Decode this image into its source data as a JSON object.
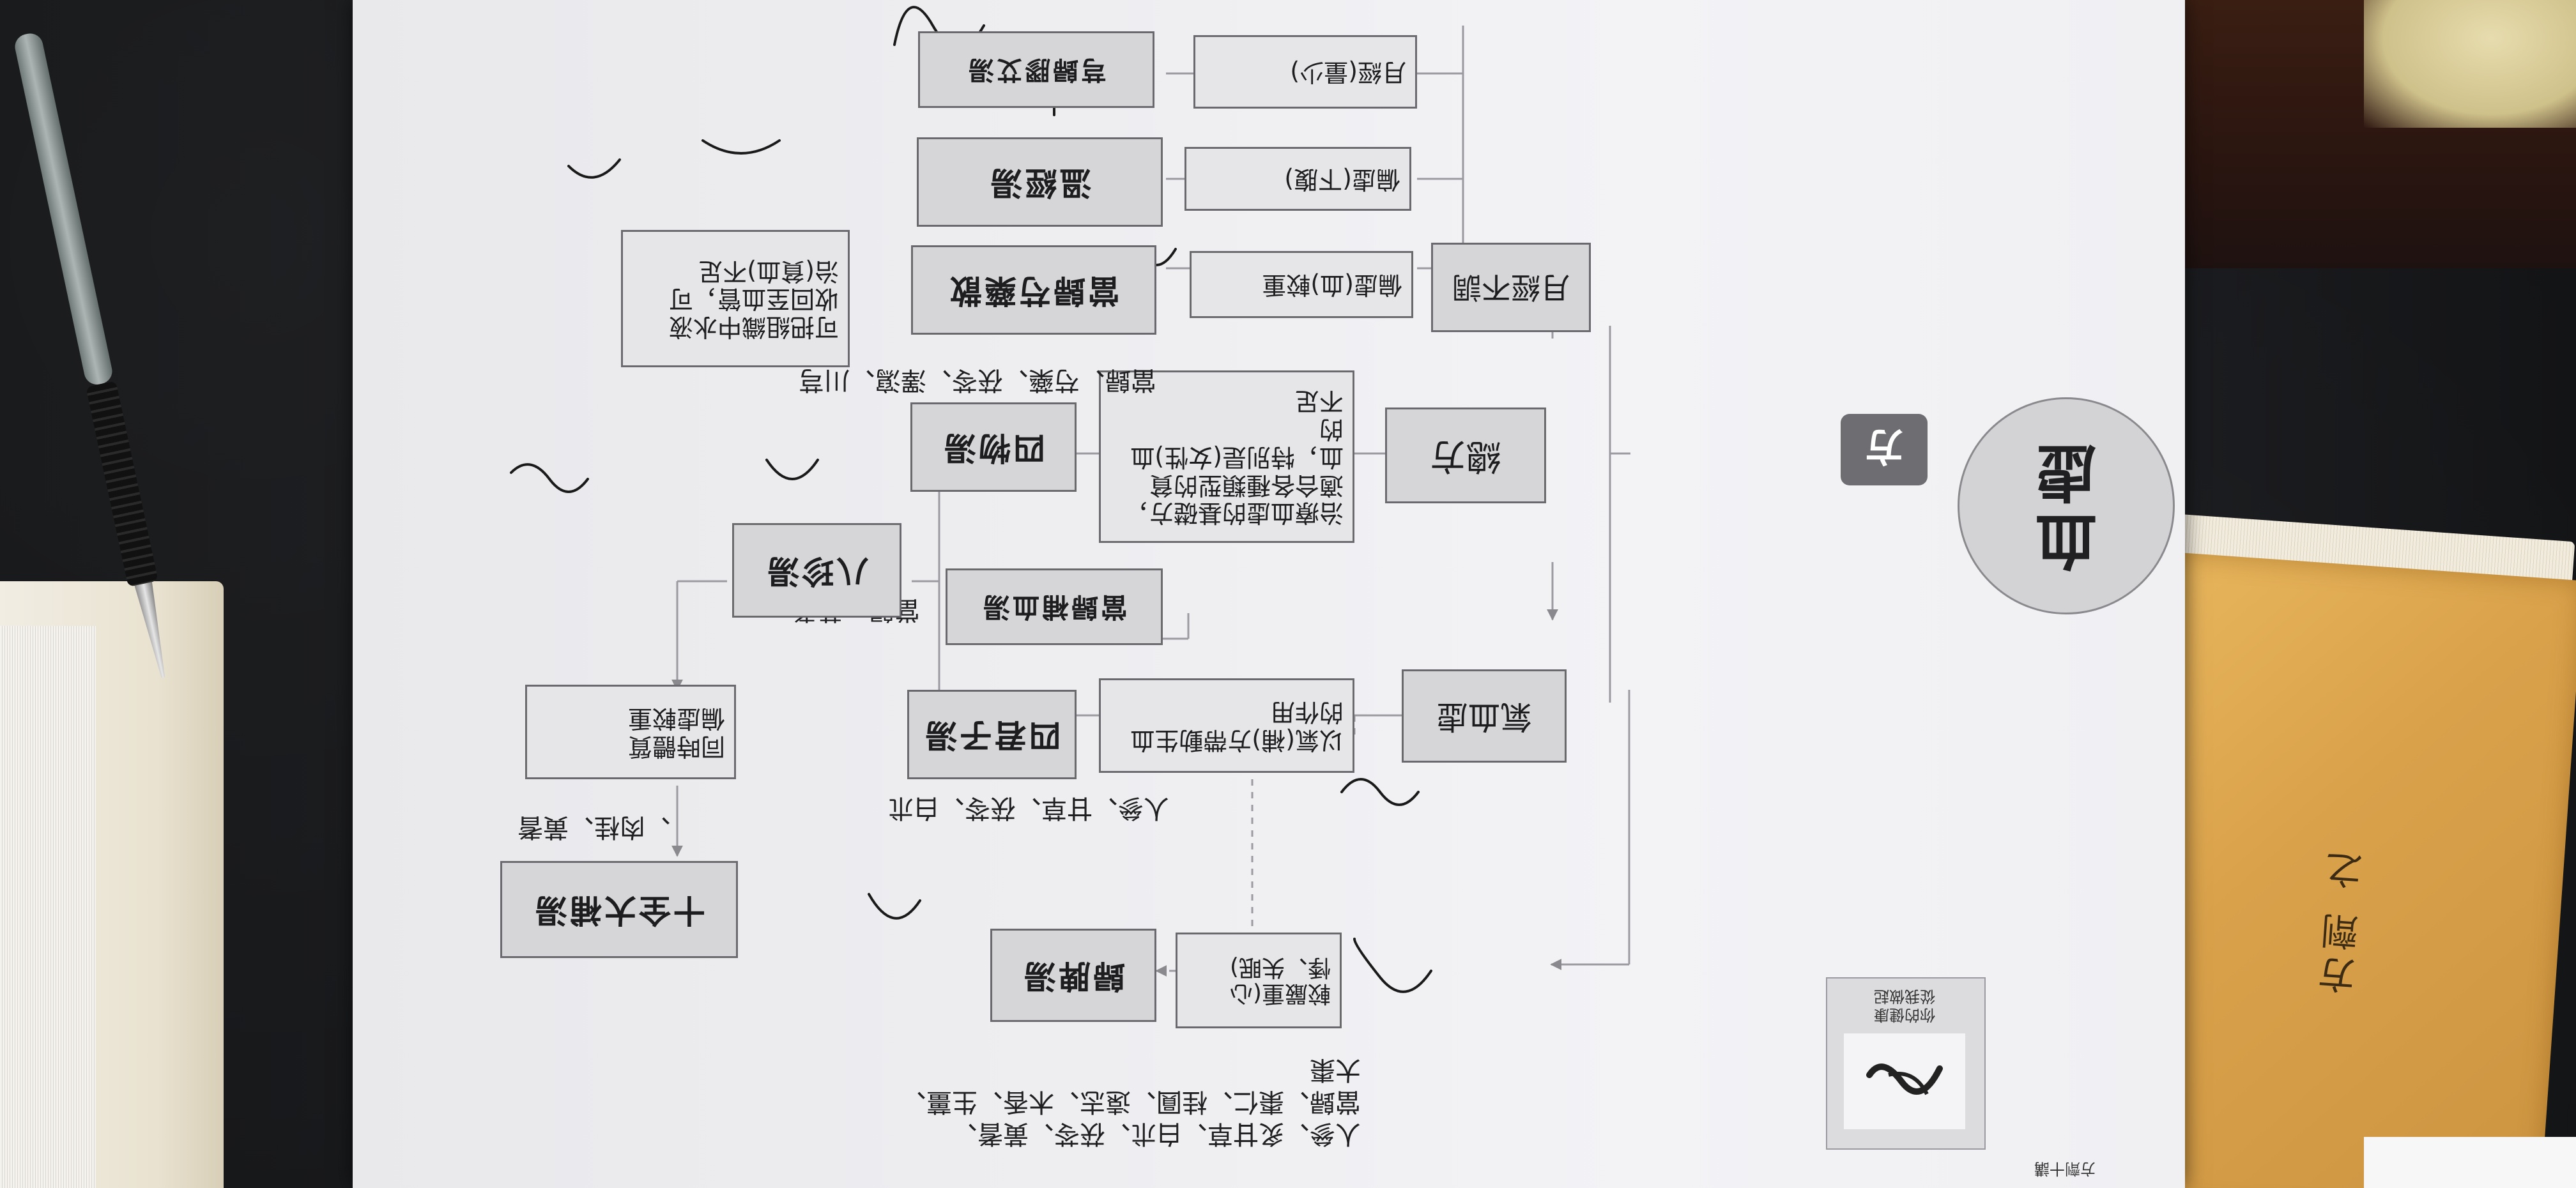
{
  "diagram": {
    "circle_title": {
      "line1": "血",
      "line2": "虚"
    },
    "section_badge": "方",
    "root": "總方",
    "logo_caption": "你的健康\n從我做起",
    "page_tag": "方劑十講",
    "nodes": {
      "yuejing": "月經不調",
      "qixuexu": "氣血虛",
      "siwu_desc": "治療血虛的基礎方，\n適合各種類型的貧\n血，特別是(女性)血的\n不足",
      "siwu": "四物湯",
      "danggui_buxue": "當歸補血湯",
      "guipi_desc": "以氣(補)方帶動生血\n的作用",
      "sijunzi": "四君子湯",
      "guipi_desc2": "較嚴重(心悸、失眠)",
      "guipi": "歸脾湯",
      "bazhen": "八珍湯",
      "shiquan_desc": "同時體質\n偏虛較重",
      "shiquan": "十全大補湯",
      "yj1_desc": "月經(量少)",
      "yj1": "芎歸膠艾湯",
      "yj2_desc": "偏虛(下腹)",
      "yj2": "溫經湯",
      "yj3_desc": "偏虛(血)較重",
      "yj3": "當歸芍藥散",
      "danggui_desc": "可把組織中水液\n收回至血管，可\n治(貧血)不足"
    },
    "notes": {
      "danggui_herbs": "當歸、黃耆",
      "sijunzi_herbs": "人參、甘草、茯苓、白朮",
      "guipi_herbs": "人參、炙甘草、白朮、茯苓、黃耆、\n當歸、棗仁、桂圓、遠志、木香、生薑、\n大棗",
      "shiquan_herbs": "、肉桂、黃耆",
      "yj3_herbs": "當歸、芍藥、茯苓、澤瀉、川芎"
    }
  },
  "scene": {
    "book_cover_title": "方劑\n之"
  }
}
